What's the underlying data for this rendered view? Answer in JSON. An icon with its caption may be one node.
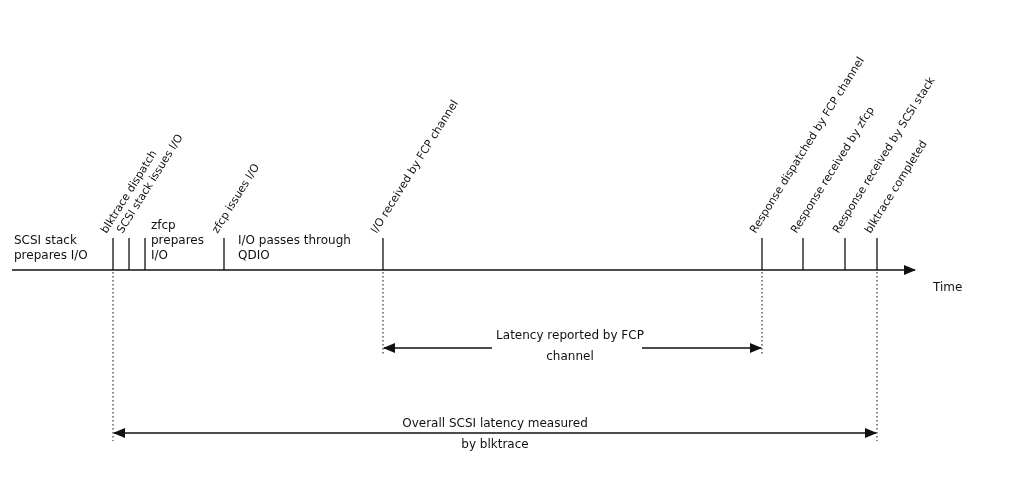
{
  "diagram": {
    "labels": [
      "blktrace dispatch",
      "SCSI stack issues I/O",
      "zfcp issues I/O",
      "I/O received by FCP channel",
      "Response dispatched by FCP channel",
      "Response received by zfcp",
      "Response received by SCSI stack",
      "blktrace completed",
      "SCSI stack prepares I/O",
      "zfcp prepares I/O",
      "I/O passes through QDIO",
      "Time",
      "Latency reported by FCP channel",
      "Overall SCSI latency measured by blktrace"
    ]
  }
}
